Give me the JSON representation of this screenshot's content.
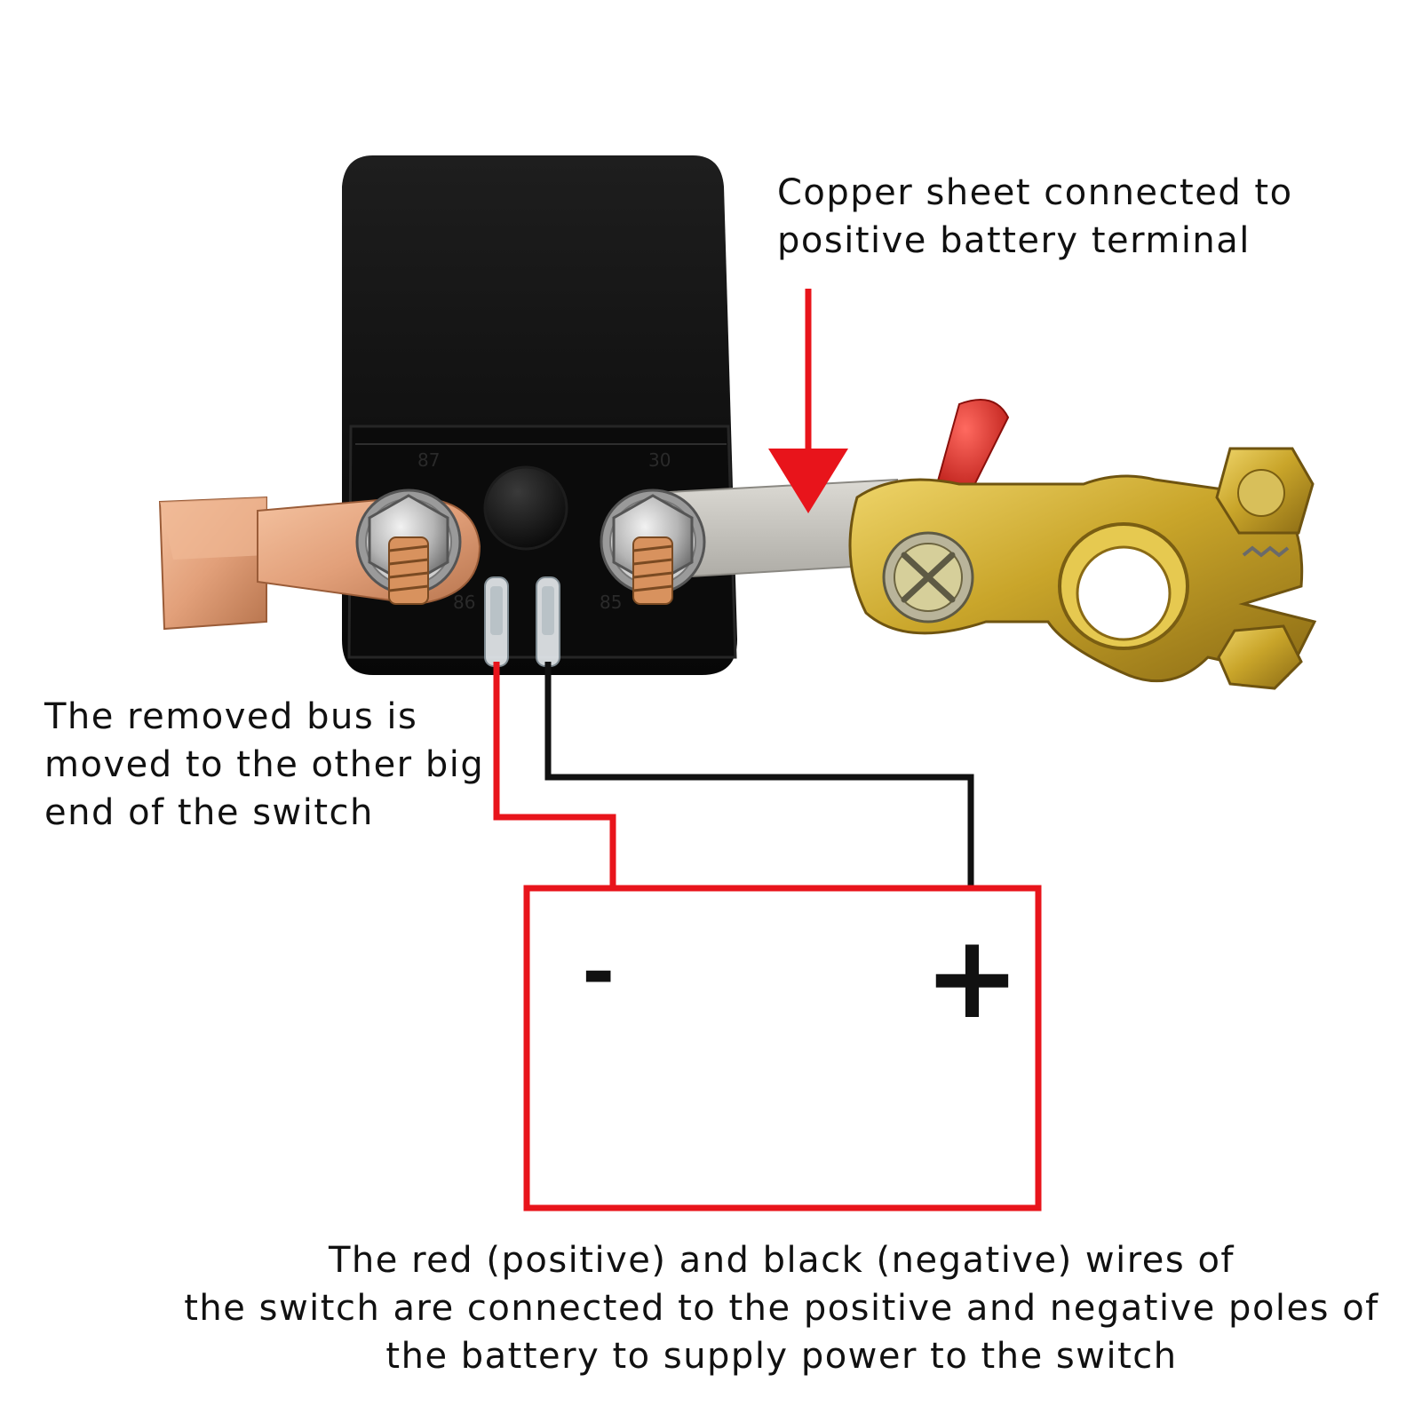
{
  "annotations": {
    "copper_sheet": {
      "lines": [
        "Copper sheet connected to",
        "positive battery terminal"
      ]
    },
    "removed_bus": {
      "lines": [
        "The removed bus is",
        "moved to the other big",
        "end of the switch"
      ]
    },
    "wires": {
      "lines": [
        "The red (positive) and black (negative) wires of",
        "the switch are connected to the positive and negative poles of",
        "the battery to supply power to the switch"
      ]
    }
  },
  "relay": {
    "terminal_labels": {
      "t87": "87",
      "t30": "30",
      "t86": "86",
      "t85": "85"
    }
  },
  "battery": {
    "negative_sign": "-",
    "positive_sign": "+"
  },
  "colors": {
    "wire_positive": "#e8141b",
    "wire_negative": "#111111",
    "battery_outline": "#e8141b",
    "arrow": "#e8141b",
    "relay_body": "#141414",
    "copper": "#e2a07a",
    "brass_clamp": "#c9a52a",
    "steel_strip": "#c8c6c0"
  }
}
